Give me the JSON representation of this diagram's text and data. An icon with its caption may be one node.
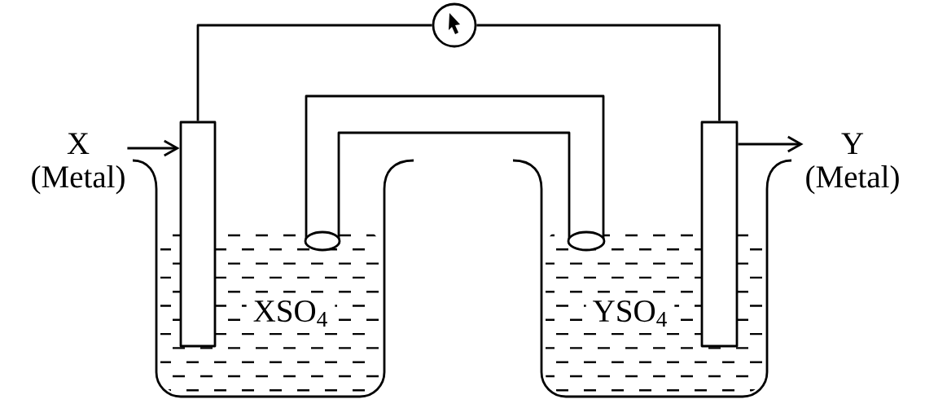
{
  "diagram": {
    "nodes": [
      {
        "text": [
          "X (Metal)"
        ]
      },
      {
        "text": [],
        "shape": "box"
      },
      {
        "text": [],
        "shape": "circle"
      },
      {
        "text": [],
        "shape": "box"
      },
      {
        "text": [
          "Y (Metal)"
        ]
      }
    ],
    "edges": [
      {
        "from": 0,
        "to": 1,
        "arrow": "to"
      },
      {
        "from": 1,
        "to": 2,
        "arrow": "none"
      },
      {
        "from": 2,
        "to": 3,
        "arrow": "none"
      },
      {
        "from": 3,
        "to": 4,
        "arrow": "to"
      }
    ],
    "labels": [
      "XSO$_{4}$",
      "YSO$_{4}$"
    ]
  }
}
